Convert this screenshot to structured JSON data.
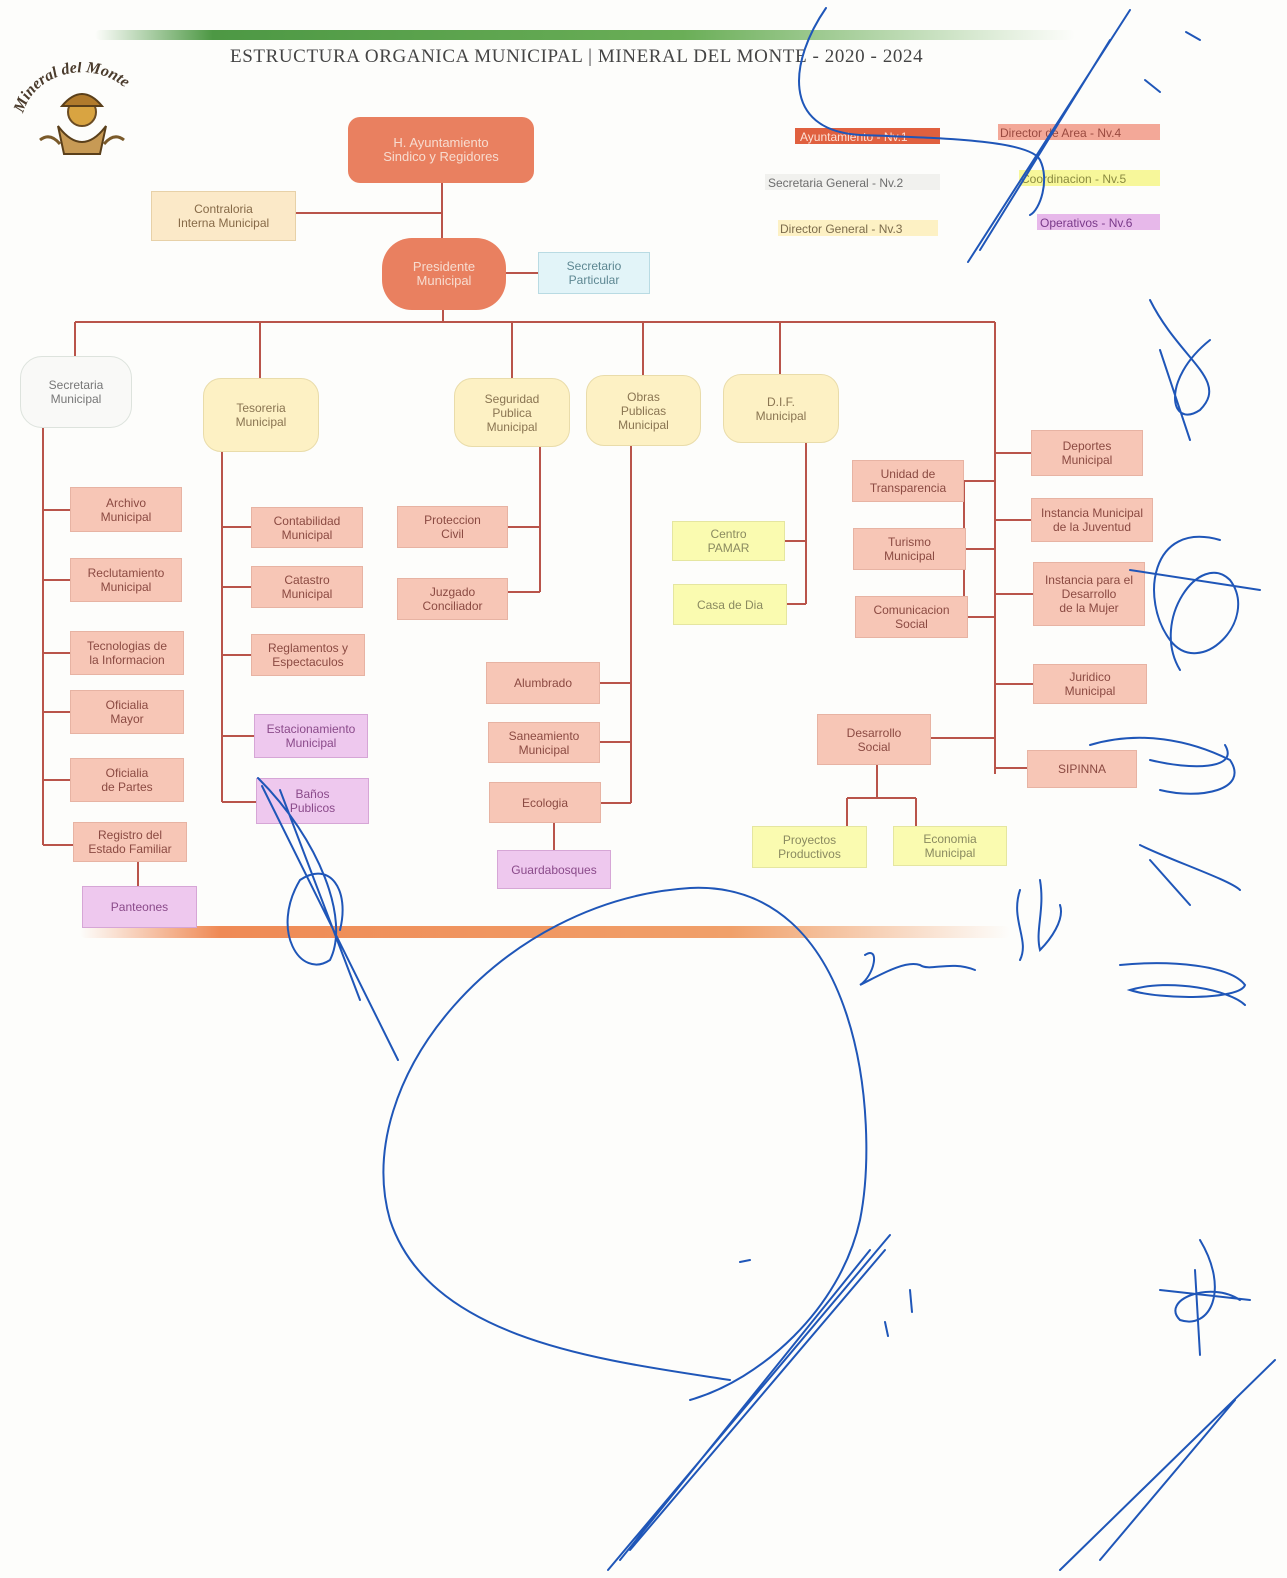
{
  "header": {
    "title": "ESTRUCTURA ORGANICA MUNICIPAL | MINERAL DEL MONTE - 2020 - 2024",
    "logo_text": "Mineral del Monte"
  },
  "colors": {
    "top_band": "#4d9844",
    "bottom_band": "#ef8a55",
    "line": "#b9544a",
    "ink": "#1f56b8",
    "level_1": "#e98060",
    "level_2": "#f9f9f7",
    "level_3": "#fdf1c4",
    "level_4": "#f7c6b6",
    "level_5": "#fafbb0",
    "level_6": "#eec8ee"
  },
  "legend": {
    "items": [
      {
        "label": "Ayuntamiento - Nv.1",
        "color": "#e0603f"
      },
      {
        "label": "Secretaria General - Nv.2",
        "color": "#f1f1ee"
      },
      {
        "label": "Director General - Nv.3",
        "color": "#fdf1c4"
      },
      {
        "label": "Director de Area - Nv.4",
        "color": "#f3a898"
      },
      {
        "label": "Coordinacion - Nv.5",
        "color": "#f7f79a"
      },
      {
        "label": "Operativos - Nv.6",
        "color": "#e7b8ea"
      }
    ]
  },
  "nodes": {
    "ayuntamiento": "H. Ayuntamiento\nSindico y Regidores",
    "contraloria": "Contraloria\nInterna Municipal",
    "presidente": "Presidente\nMunicipal",
    "sec_particular": "Secretario\nParticular",
    "sec_municipal": "Secretaria\nMunicipal",
    "tesoreria": "Tesoreria\nMunicipal",
    "seguridad": "Seguridad\nPublica\nMunicipal",
    "obras": "Obras\nPublicas\nMunicipal",
    "dif": "D.I.F.\nMunicipal",
    "archivo": "Archivo\nMunicipal",
    "reclutamiento": "Reclutamiento\nMunicipal",
    "tecnologias": "Tecnologias de\nla Informacion",
    "oficialia_mayor": "Oficialia\nMayor",
    "oficialia_partes": "Oficialia\nde Partes",
    "registro": "Registro del\nEstado Familiar",
    "panteones": "Panteones",
    "contabilidad": "Contabilidad\nMunicipal",
    "catastro": "Catastro\nMunicipal",
    "reglamentos": "Reglamentos y\nEspectaculos",
    "estacionamiento": "Estacionamiento\nMunicipal",
    "banos": "Baños\nPublicos",
    "proteccion": "Proteccion\nCivil",
    "juzgado": "Juzgado\nConciliador",
    "alumbrado": "Alumbrado",
    "saneamiento": "Saneamiento\nMunicipal",
    "ecologia": "Ecologia",
    "guardabosques": "Guardabosques",
    "centro": "Centro\nPAMAR",
    "casa_dia": "Casa de Dia",
    "transparencia": "Unidad de\nTransparencia",
    "turismo": "Turismo\nMunicipal",
    "comunicacion": "Comunicacion\nSocial",
    "deportes": "Deportes\nMunicipal",
    "juventud": "Instancia Municipal\nde la Juventud",
    "mujer": "Instancia para el\nDesarrollo\nde la Mujer",
    "juridico": "Juridico\nMunicipal",
    "sipinna": "SIPINNA",
    "desarrollo": "Desarrollo\nSocial",
    "proyectos": "Proyectos\nProductivos",
    "economia": "Economia\nMunicipal"
  }
}
